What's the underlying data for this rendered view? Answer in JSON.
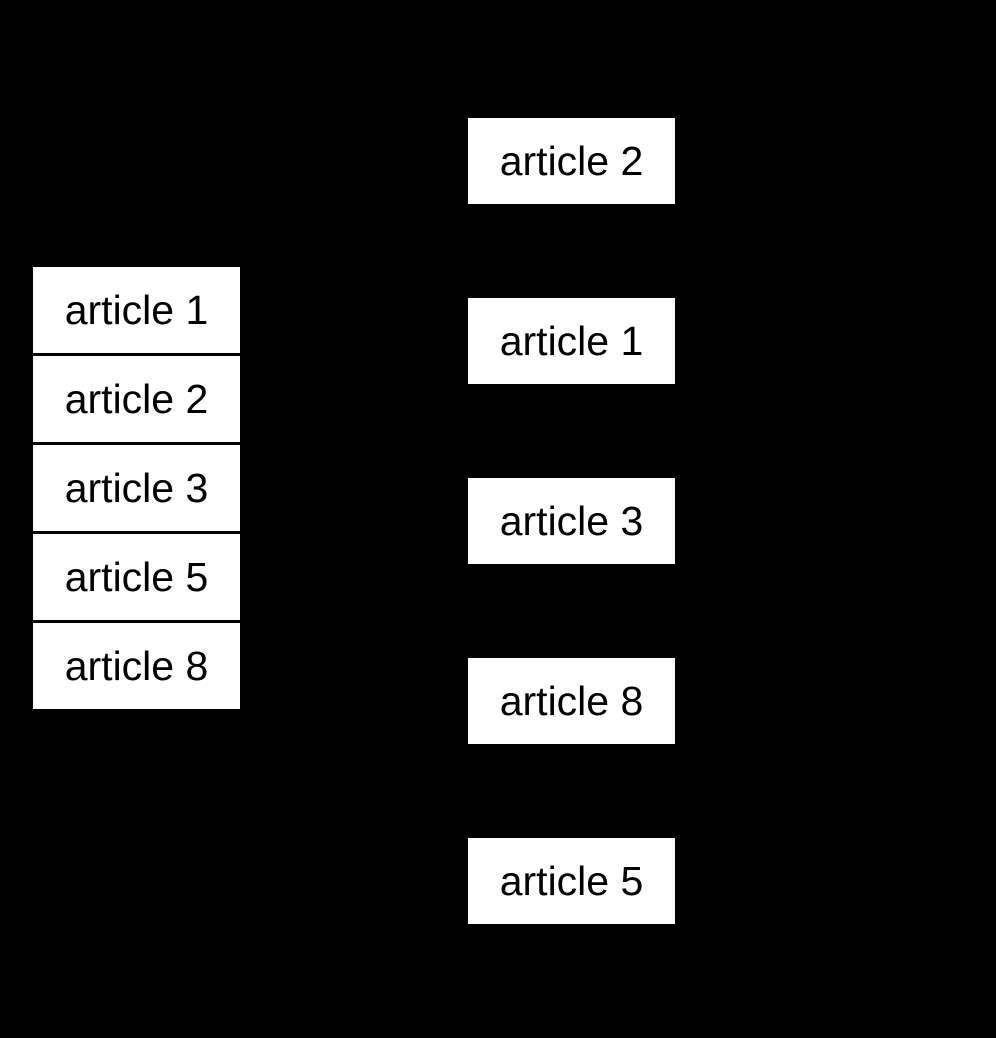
{
  "colors": {
    "background": "#000000",
    "box-bg": "#ffffff",
    "box-text": "#000000",
    "divider": "#000000"
  },
  "left_list": {
    "items": [
      "article 1",
      "article 2",
      "article 3",
      "article 5",
      "article 8"
    ]
  },
  "right_list": {
    "items": [
      "article 2",
      "article 1",
      "article 3",
      "article 8",
      "article 5"
    ]
  }
}
